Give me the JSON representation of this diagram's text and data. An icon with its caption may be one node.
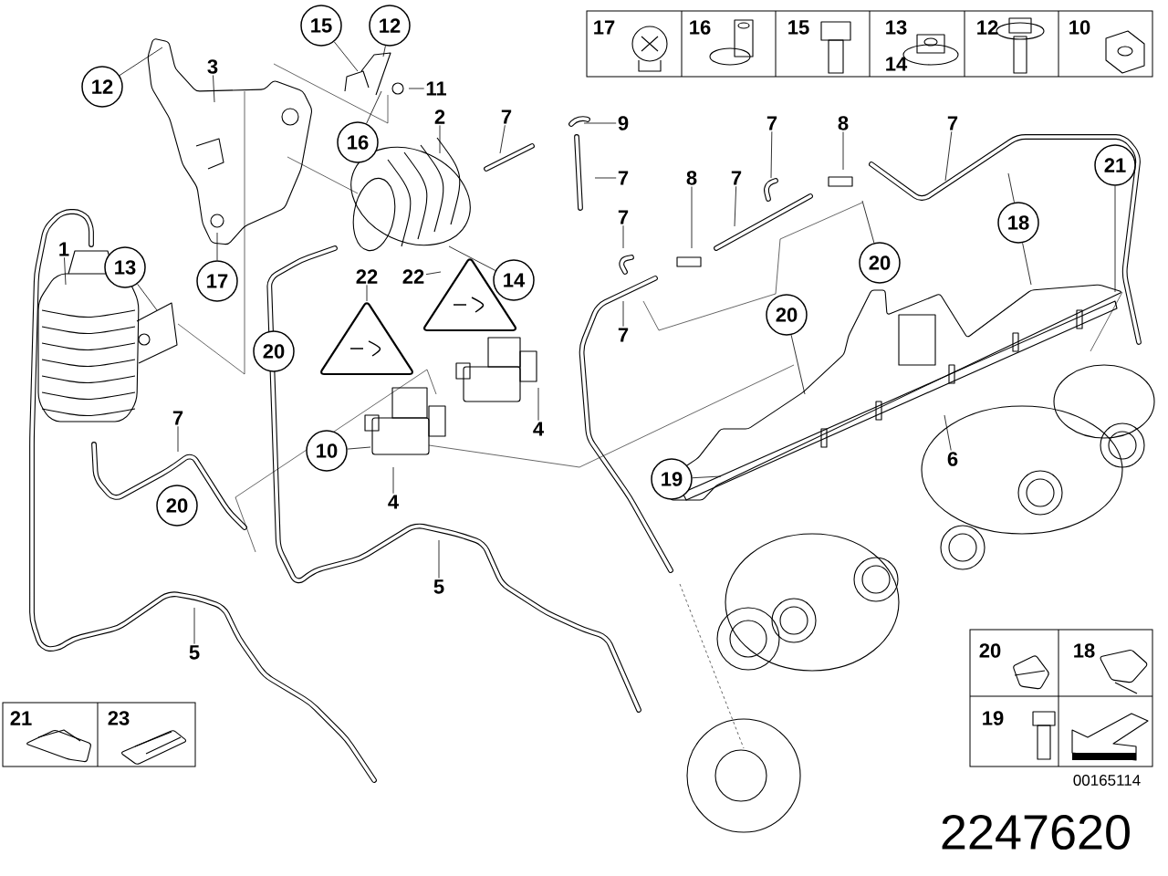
{
  "diagram": {
    "nodes": [
      {
        "text": [
          "12"
        ]
      },
      {
        "text": [
          "3"
        ]
      },
      {
        "text": [
          "15"
        ]
      },
      {
        "text": [
          "12"
        ]
      },
      {
        "text": [
          "11"
        ]
      },
      {
        "text": [
          "16"
        ]
      },
      {
        "text": [
          "2"
        ]
      },
      {
        "text": [
          "7"
        ]
      },
      {
        "text": [
          "9"
        ]
      },
      {
        "text": [
          "7"
        ]
      },
      {
        "text": [
          "7"
        ]
      },
      {
        "text": [
          "7"
        ]
      },
      {
        "text": [
          "8"
        ]
      },
      {
        "text": [
          "7"
        ]
      },
      {
        "text": [
          "7"
        ]
      },
      {
        "text": [
          "8"
        ]
      },
      {
        "text": [
          "7"
        ]
      },
      {
        "text": [
          "21"
        ]
      },
      {
        "text": [
          "18"
        ]
      },
      {
        "text": [
          "20"
        ]
      },
      {
        "text": [
          "20"
        ]
      },
      {
        "text": [
          "19"
        ]
      },
      {
        "text": [
          "6"
        ]
      },
      {
        "text": [
          "1"
        ]
      },
      {
        "text": [
          "13"
        ]
      },
      {
        "text": [
          "17"
        ]
      },
      {
        "text": [
          "22"
        ]
      },
      {
        "text": [
          "22"
        ]
      },
      {
        "text": [
          "14"
        ]
      },
      {
        "text": [
          "4"
        ]
      },
      {
        "text": [
          "10"
        ]
      },
      {
        "text": [
          "4"
        ]
      },
      {
        "text": [
          "7"
        ]
      },
      {
        "text": [
          "5"
        ]
      },
      {
        "text": [
          "5"
        ]
      },
      {
        "text": [
          "20"
        ]
      },
      {
        "text": [
          "20"
        ]
      }
    ],
    "edges": [
      {
        "from": 0,
        "to": null,
        "arrow": "none"
      },
      {
        "from": 1,
        "to": null,
        "arrow": "none"
      },
      {
        "from": 2,
        "to": null,
        "arrow": "none"
      },
      {
        "from": 3,
        "to": null,
        "arrow": "none"
      },
      {
        "from": 4,
        "to": null,
        "arrow": "none"
      },
      {
        "from": 5,
        "to": null,
        "arrow": "none"
      },
      {
        "from": 6,
        "to": null,
        "arrow": "none"
      },
      {
        "from": 7,
        "to": null,
        "arrow": "none"
      },
      {
        "from": 8,
        "to": null,
        "arrow": "none"
      },
      {
        "from": 9,
        "to": null,
        "arrow": "none"
      },
      {
        "from": 10,
        "to": null,
        "arrow": "none"
      },
      {
        "from": 11,
        "to": null,
        "arrow": "none"
      },
      {
        "from": 12,
        "to": null,
        "arrow": "none"
      },
      {
        "from": 13,
        "to": null,
        "arrow": "none"
      },
      {
        "from": 14,
        "to": null,
        "arrow": "none"
      },
      {
        "from": 15,
        "to": null,
        "arrow": "none"
      },
      {
        "from": 16,
        "to": null,
        "arrow": "none"
      },
      {
        "from": 17,
        "to": null,
        "arrow": "none"
      },
      {
        "from": 18,
        "to": null,
        "arrow": "none"
      },
      {
        "from": 19,
        "to": null,
        "arrow": "none"
      },
      {
        "from": 20,
        "to": null,
        "arrow": "none"
      },
      {
        "from": 21,
        "to": null,
        "arrow": "none"
      },
      {
        "from": 22,
        "to": null,
        "arrow": "none"
      },
      {
        "from": 23,
        "to": null,
        "arrow": "none"
      },
      {
        "from": 24,
        "to": null,
        "arrow": "none"
      },
      {
        "from": 25,
        "to": null,
        "arrow": "none"
      },
      {
        "from": 26,
        "to": null,
        "arrow": "none"
      },
      {
        "from": 27,
        "to": null,
        "arrow": "none"
      },
      {
        "from": 28,
        "to": null,
        "arrow": "none"
      },
      {
        "from": 29,
        "to": null,
        "arrow": "none"
      },
      {
        "from": 30,
        "to": null,
        "arrow": "none"
      },
      {
        "from": 31,
        "to": null,
        "arrow": "none"
      },
      {
        "from": 32,
        "to": null,
        "arrow": "none"
      },
      {
        "from": 33,
        "to": null,
        "arrow": "none"
      },
      {
        "from": 34,
        "to": null,
        "arrow": "none"
      },
      {
        "from": 18,
        "to": null,
        "arrow": "none"
      }
    ],
    "labels": [
      "17",
      "16",
      "15",
      "13",
      "14",
      "12",
      "10",
      "20",
      "18",
      "21",
      "23",
      "19",
      "00165114",
      "2247620"
    ]
  }
}
